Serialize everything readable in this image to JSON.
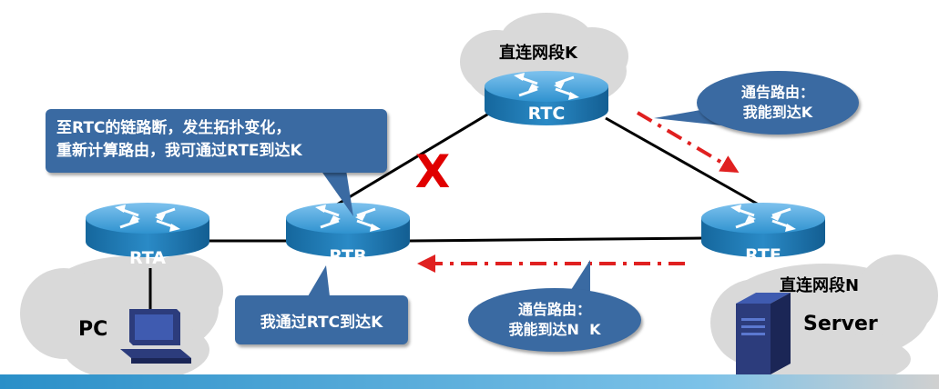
{
  "routers": {
    "rta": {
      "label": "RTA"
    },
    "rtb": {
      "label": "RTB"
    },
    "rtc": {
      "label": "RTC"
    },
    "rte": {
      "label": "RTE"
    }
  },
  "clouds": {
    "rtc_net": "直连网段K",
    "rte_net": "直连网段N"
  },
  "hosts": {
    "pc": "PC",
    "server": "Server"
  },
  "broken_link_mark": "X",
  "callouts": {
    "rtb_top_line1": "至RTC的链路断，发生拓扑变化，",
    "rtb_top_line2": "重新计算路由，我可通过RTE到达K",
    "rtb_bottom": "我通过RTC到达K",
    "rtc_adv_line1": "通告路由：",
    "rtc_adv_line2": "我能到达K",
    "rte_adv_line1": "通告路由：",
    "rte_adv_line2": "我能到达N  K"
  },
  "colors": {
    "callout_fill": "#3a6aa2",
    "router_body": "#1f7fb5",
    "cloud": "#d9d9d9",
    "arrow": "#e02020",
    "break_mark": "#e00000",
    "footer_bar": "#2a8fc8"
  }
}
